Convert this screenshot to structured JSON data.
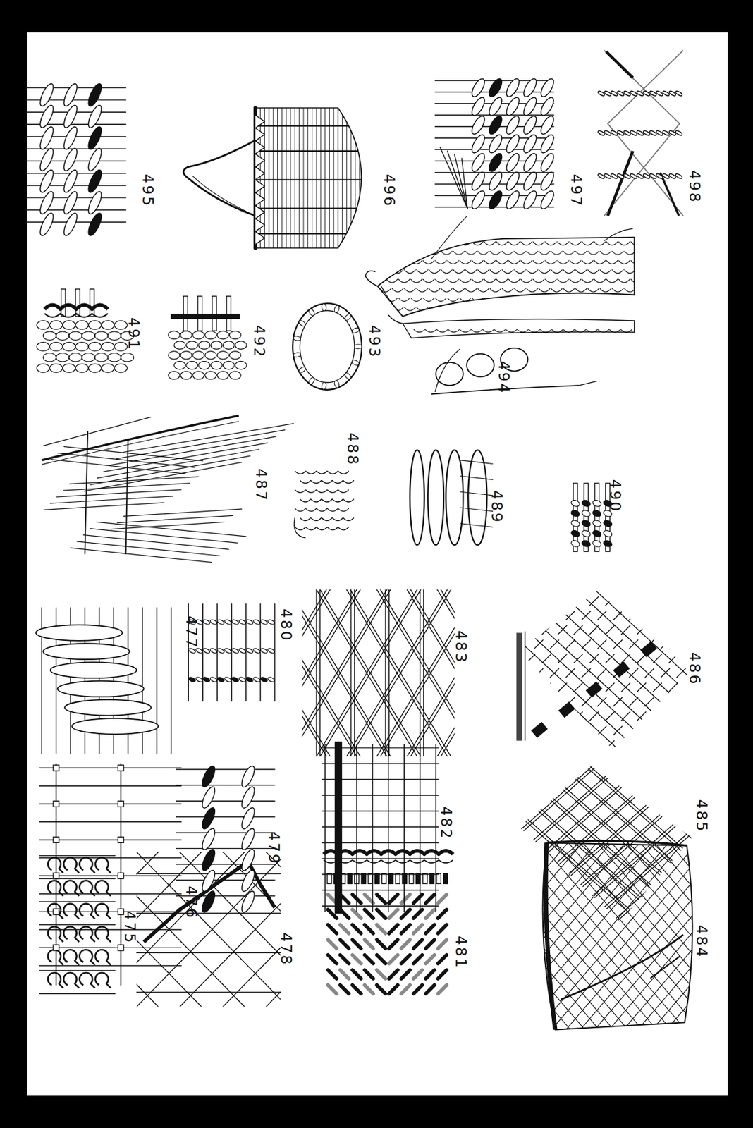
{
  "diagram": {
    "labels": [
      "475",
      "476",
      "477",
      "478",
      "479",
      "480",
      "481",
      "482",
      "483",
      "484",
      "485",
      "486",
      "487",
      "488",
      "489",
      "490",
      "491",
      "492",
      "493",
      "494",
      "495",
      "496",
      "497",
      "498"
    ]
  }
}
